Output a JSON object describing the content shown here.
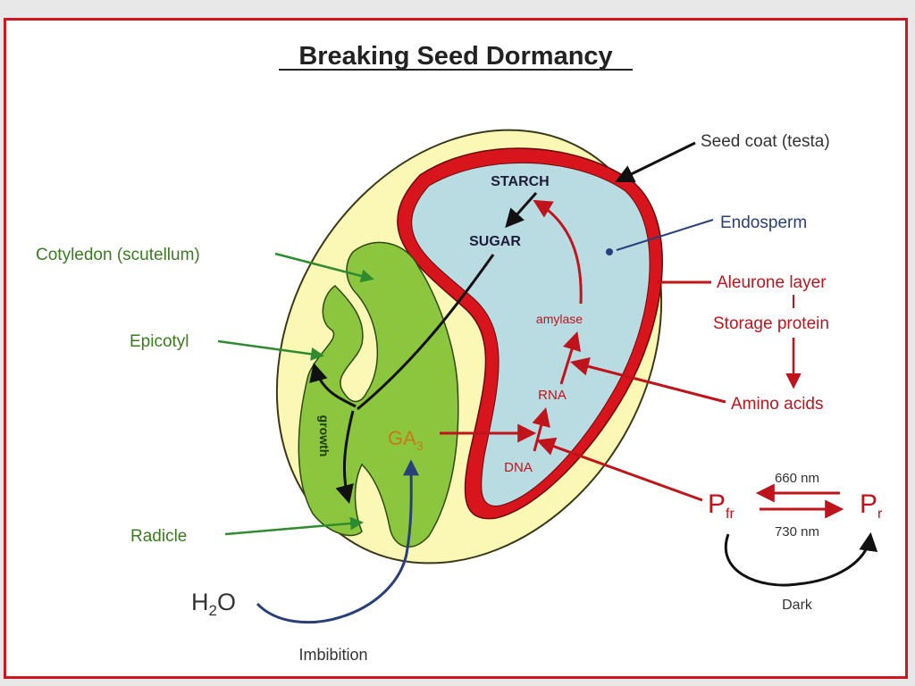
{
  "title": "Breaking Seed Dormancy",
  "colors": {
    "frame": "#d0171f",
    "seed_coat": "#fbf7b4",
    "embryo": "#8cc63f",
    "endosperm": "#b9dbe2",
    "aleurone": "#d8141c",
    "green_text": "#3a7d1e",
    "red_text": "#c0141c",
    "blue_text": "#2a3f7a",
    "ga_text": "#c87a14"
  },
  "labels": {
    "seed_coat": "Seed coat (testa)",
    "endosperm": "Endosperm",
    "aleurone": "Aleurone layer",
    "storage_protein": "Storage protein",
    "amino_acids": "Amino acids",
    "cotyledon": "Cotyledon (scutellum)",
    "epicotyl": "Epicotyl",
    "radicle": "Radicle",
    "starch": "STARCH",
    "sugar": "SUGAR",
    "amylase": "amylase",
    "rna": "RNA",
    "dna": "DNA",
    "ga": "GA",
    "ga_sub": "3",
    "growth": "growth",
    "h2o_h": "H",
    "h2o_sub": "2",
    "h2o_o": "O",
    "imbibition": "Imbibition",
    "pfr_p": "P",
    "pfr_sub": "fr",
    "pr_p": "P",
    "pr_sub": "r",
    "nm660": "660 nm",
    "nm730": "730 nm",
    "dark": "Dark"
  }
}
